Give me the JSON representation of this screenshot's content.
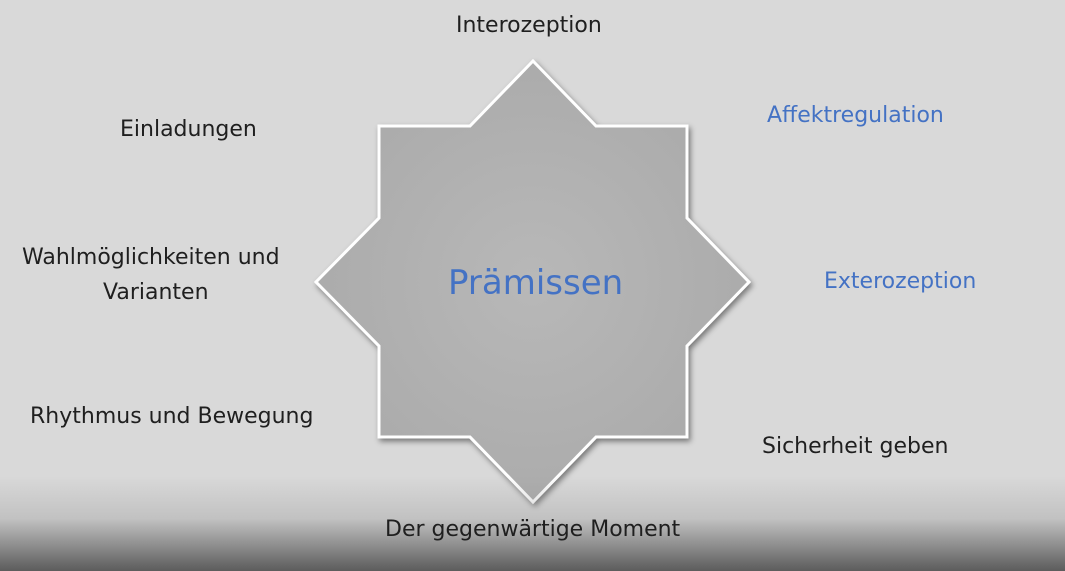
{
  "center": {
    "text": "Prämissen",
    "color": "#4472c4"
  },
  "labels": {
    "top": "Interozeption",
    "upper_left": "Einladungen",
    "upper_right": "Affektregulation",
    "left_line1": "Wahlmöglichkeiten und",
    "left_line2": "Varianten",
    "right": "Exterozeption",
    "lower_left": "Rhythmus und Bewegung",
    "lower_right": "Sicherheit geben",
    "bottom": "Der gegenwärtige Moment"
  },
  "colors": {
    "background": "#d9d9d9",
    "star_fill": "#b4b4b4",
    "star_outline": "#ffffff",
    "accent_blue": "#4472c4",
    "text_dark": "#1f1f1f"
  }
}
